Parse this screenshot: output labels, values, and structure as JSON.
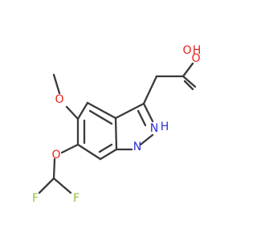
{
  "molecule": {
    "atoms": {
      "carboxyl_oxygen": "O",
      "hydroxyl_oxygen": "O",
      "hydroxyl_hydrogen": "H",
      "methoxy_oxygen": "O",
      "difluoromethoxy_oxygen": "O",
      "fluorine_left": "F",
      "fluorine_right": "F",
      "nitrogen_nh": "N",
      "nitrogen_nh_hydrogen": "H",
      "nitrogen_pyrazole": "N"
    },
    "colors": {
      "bond": "#3a3a3a",
      "oxygen": "#e8201a",
      "nitrogen": "#2a30d8",
      "fluorine": "#98c040"
    }
  }
}
